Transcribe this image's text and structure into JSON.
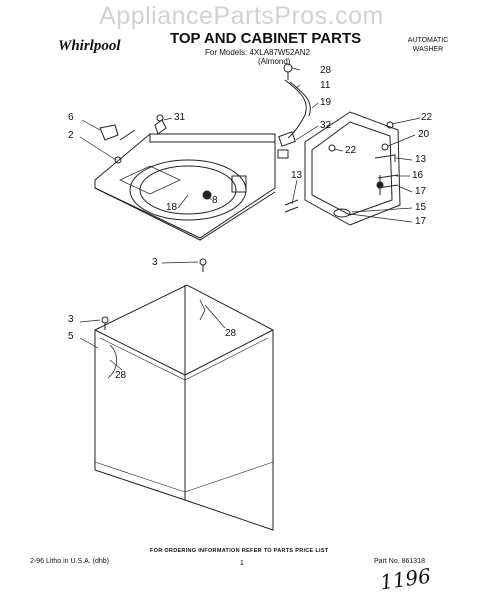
{
  "watermark": "AppliancePartsPros.com",
  "brand": "Whirlpool",
  "title": "TOP AND CABINET PARTS",
  "models_line": "For Models: 4XLA87W52AN2",
  "color": "(Almond)",
  "product_type_line1": "AUTOMATIC",
  "product_type_line2": "WASHER",
  "callouts": {
    "c28_top": "28",
    "c11": "11",
    "c19": "19",
    "c32": "32",
    "c22_right": "22",
    "c20": "20",
    "c22_panel": "22",
    "c13_right": "13",
    "c16": "16",
    "c17_a": "17",
    "c15": "15",
    "c17_b": "17",
    "c13_left": "13",
    "c6": "6",
    "c31": "31",
    "c2": "2",
    "c18": "18",
    "c8": "8",
    "c3_top": "3",
    "c3_left": "3",
    "c5": "5",
    "c28_cabinet": "28",
    "c28_panel": "28"
  },
  "footer": {
    "ordering_note": "FOR ORDERING INFORMATION REFER TO PARTS PRICE LIST",
    "litho": "2-96 Litho in U.S.A. (dhb)",
    "page": "1",
    "part_no": "Part No. 861318",
    "handwritten_date": "1196"
  }
}
